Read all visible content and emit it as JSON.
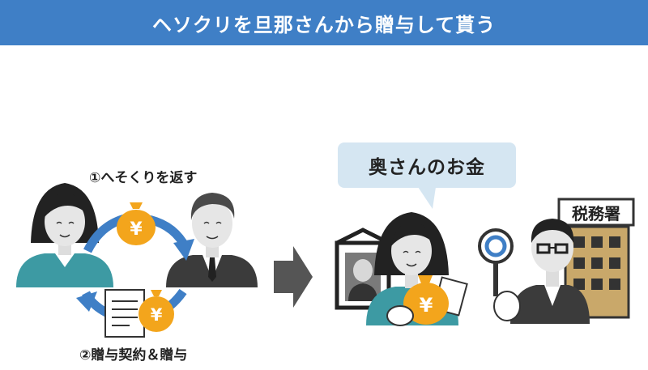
{
  "header": {
    "title": "ヘソクリを旦那さんから贈与して貰う"
  },
  "labels": {
    "step1": "①へそくりを返す",
    "step2": "②贈与契約＆贈与",
    "bubble": "奥さんのお金",
    "tax_office": "税務署",
    "yen": "¥"
  },
  "colors": {
    "header": "#3f7fc6",
    "bubble": "#d5e6f2",
    "arrow": "#3f7fc6",
    "money_bag": "#f3a51c",
    "shirt_teal": "#3d9aa3",
    "suit_dark": "#3b3b3b",
    "building": "#c9a86a"
  }
}
